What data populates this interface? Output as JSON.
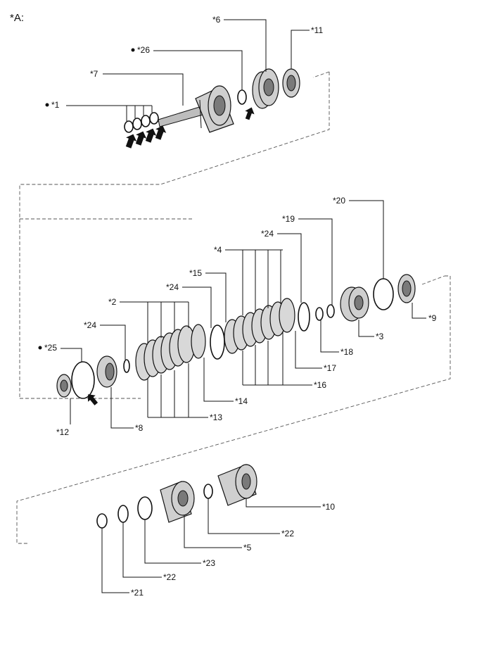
{
  "view_title": "*A:",
  "callouts": [
    {
      "id": "c1",
      "text": "*1",
      "dot": true
    },
    {
      "id": "c26",
      "text": "*26",
      "dot": true
    },
    {
      "id": "c7",
      "text": "*7",
      "dot": false
    },
    {
      "id": "c6",
      "text": "*6",
      "dot": false
    },
    {
      "id": "c11",
      "text": "*11",
      "dot": false
    },
    {
      "id": "c20",
      "text": "*20",
      "dot": false
    },
    {
      "id": "c19",
      "text": "*19",
      "dot": false
    },
    {
      "id": "c24a",
      "text": "*24",
      "dot": false
    },
    {
      "id": "c4",
      "text": "*4",
      "dot": false
    },
    {
      "id": "c15",
      "text": "*15",
      "dot": false
    },
    {
      "id": "c24b",
      "text": "*24",
      "dot": false
    },
    {
      "id": "c2",
      "text": "*2",
      "dot": false
    },
    {
      "id": "c24c",
      "text": "*24",
      "dot": false
    },
    {
      "id": "c25",
      "text": "*25",
      "dot": true
    },
    {
      "id": "c9",
      "text": "*9",
      "dot": false
    },
    {
      "id": "c3",
      "text": "*3",
      "dot": false
    },
    {
      "id": "c18",
      "text": "*18",
      "dot": false
    },
    {
      "id": "c17",
      "text": "*17",
      "dot": false
    },
    {
      "id": "c16",
      "text": "*16",
      "dot": false
    },
    {
      "id": "c14",
      "text": "*14",
      "dot": false
    },
    {
      "id": "c13",
      "text": "*13",
      "dot": false
    },
    {
      "id": "c12",
      "text": "*12",
      "dot": false
    },
    {
      "id": "c8",
      "text": "*8",
      "dot": false
    },
    {
      "id": "c10",
      "text": "*10",
      "dot": false
    },
    {
      "id": "c22a",
      "text": "*22",
      "dot": false
    },
    {
      "id": "c5",
      "text": "*5",
      "dot": false
    },
    {
      "id": "c23",
      "text": "*23",
      "dot": false
    },
    {
      "id": "c22b",
      "text": "*22",
      "dot": false
    },
    {
      "id": "c21",
      "text": "*21",
      "dot": false
    }
  ]
}
